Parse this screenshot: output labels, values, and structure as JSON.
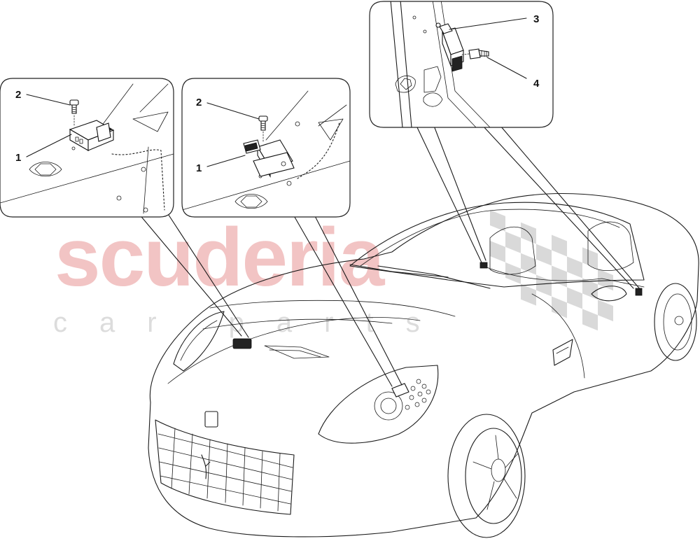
{
  "watermark": {
    "brand": "scuderia",
    "tagline": "car parts",
    "brand_color": "#f2c4c4",
    "tagline_color": "#dcdcdc"
  },
  "callouts": {
    "left_inset": [
      {
        "number": "2",
        "part": "screw"
      },
      {
        "number": "1",
        "part": "sensor"
      }
    ],
    "middle_inset": [
      {
        "number": "2",
        "part": "screw"
      },
      {
        "number": "1",
        "part": "sensor"
      }
    ],
    "right_inset": [
      {
        "number": "3",
        "part": "sensor"
      },
      {
        "number": "4",
        "part": "screw"
      }
    ]
  },
  "colors": {
    "line": "#1a1a1a",
    "background": "#ffffff",
    "checker": "#d9d9d9"
  }
}
